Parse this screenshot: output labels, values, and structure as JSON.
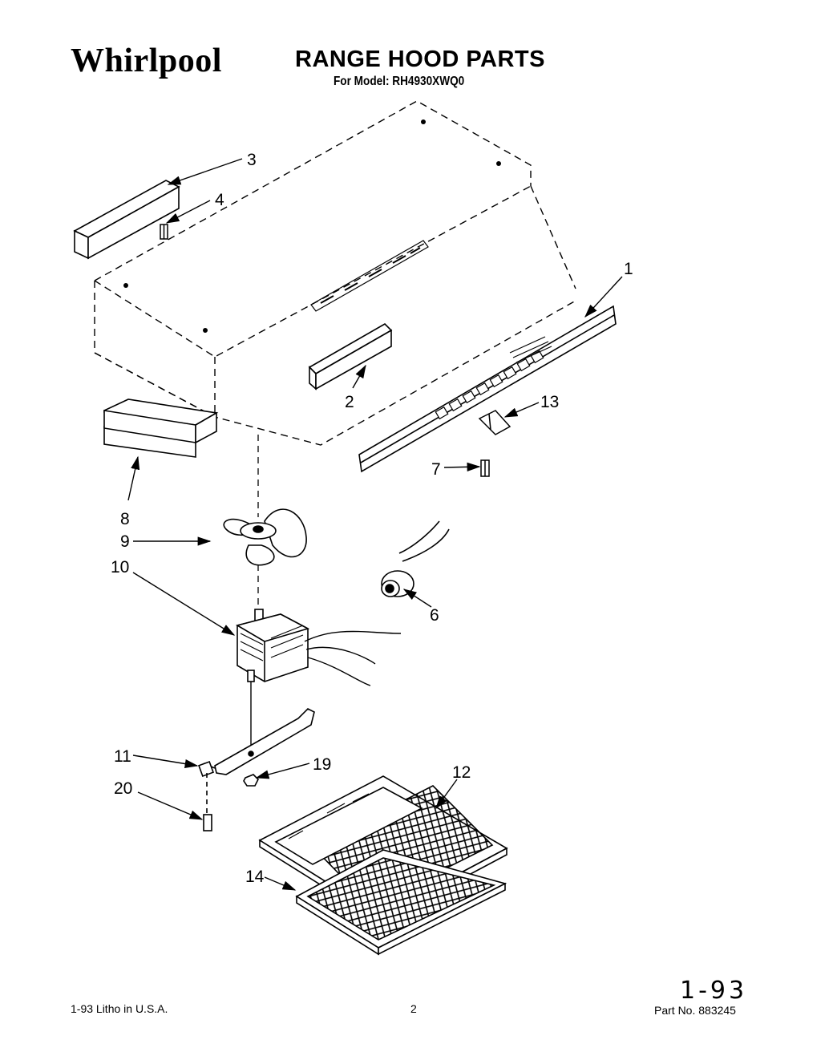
{
  "header": {
    "brand": "Whirlpool",
    "title": "RANGE HOOD PARTS",
    "model_line": "For Model: RH4930XWQ0"
  },
  "callouts": [
    {
      "id": "1",
      "label": "1"
    },
    {
      "id": "2",
      "label": "2"
    },
    {
      "id": "3",
      "label": "3"
    },
    {
      "id": "4",
      "label": "4"
    },
    {
      "id": "6",
      "label": "6"
    },
    {
      "id": "7",
      "label": "7"
    },
    {
      "id": "8",
      "label": "8"
    },
    {
      "id": "9",
      "label": "9"
    },
    {
      "id": "10",
      "label": "10"
    },
    {
      "id": "11",
      "label": "11"
    },
    {
      "id": "12",
      "label": "12"
    },
    {
      "id": "13",
      "label": "13"
    },
    {
      "id": "14",
      "label": "14"
    },
    {
      "id": "19",
      "label": "19"
    },
    {
      "id": "20",
      "label": "20"
    }
  ],
  "footer": {
    "left": "1-93  Litho in U.S.A.",
    "page": "2",
    "part_no": "Part No. 883245",
    "handwritten": "1-93"
  }
}
